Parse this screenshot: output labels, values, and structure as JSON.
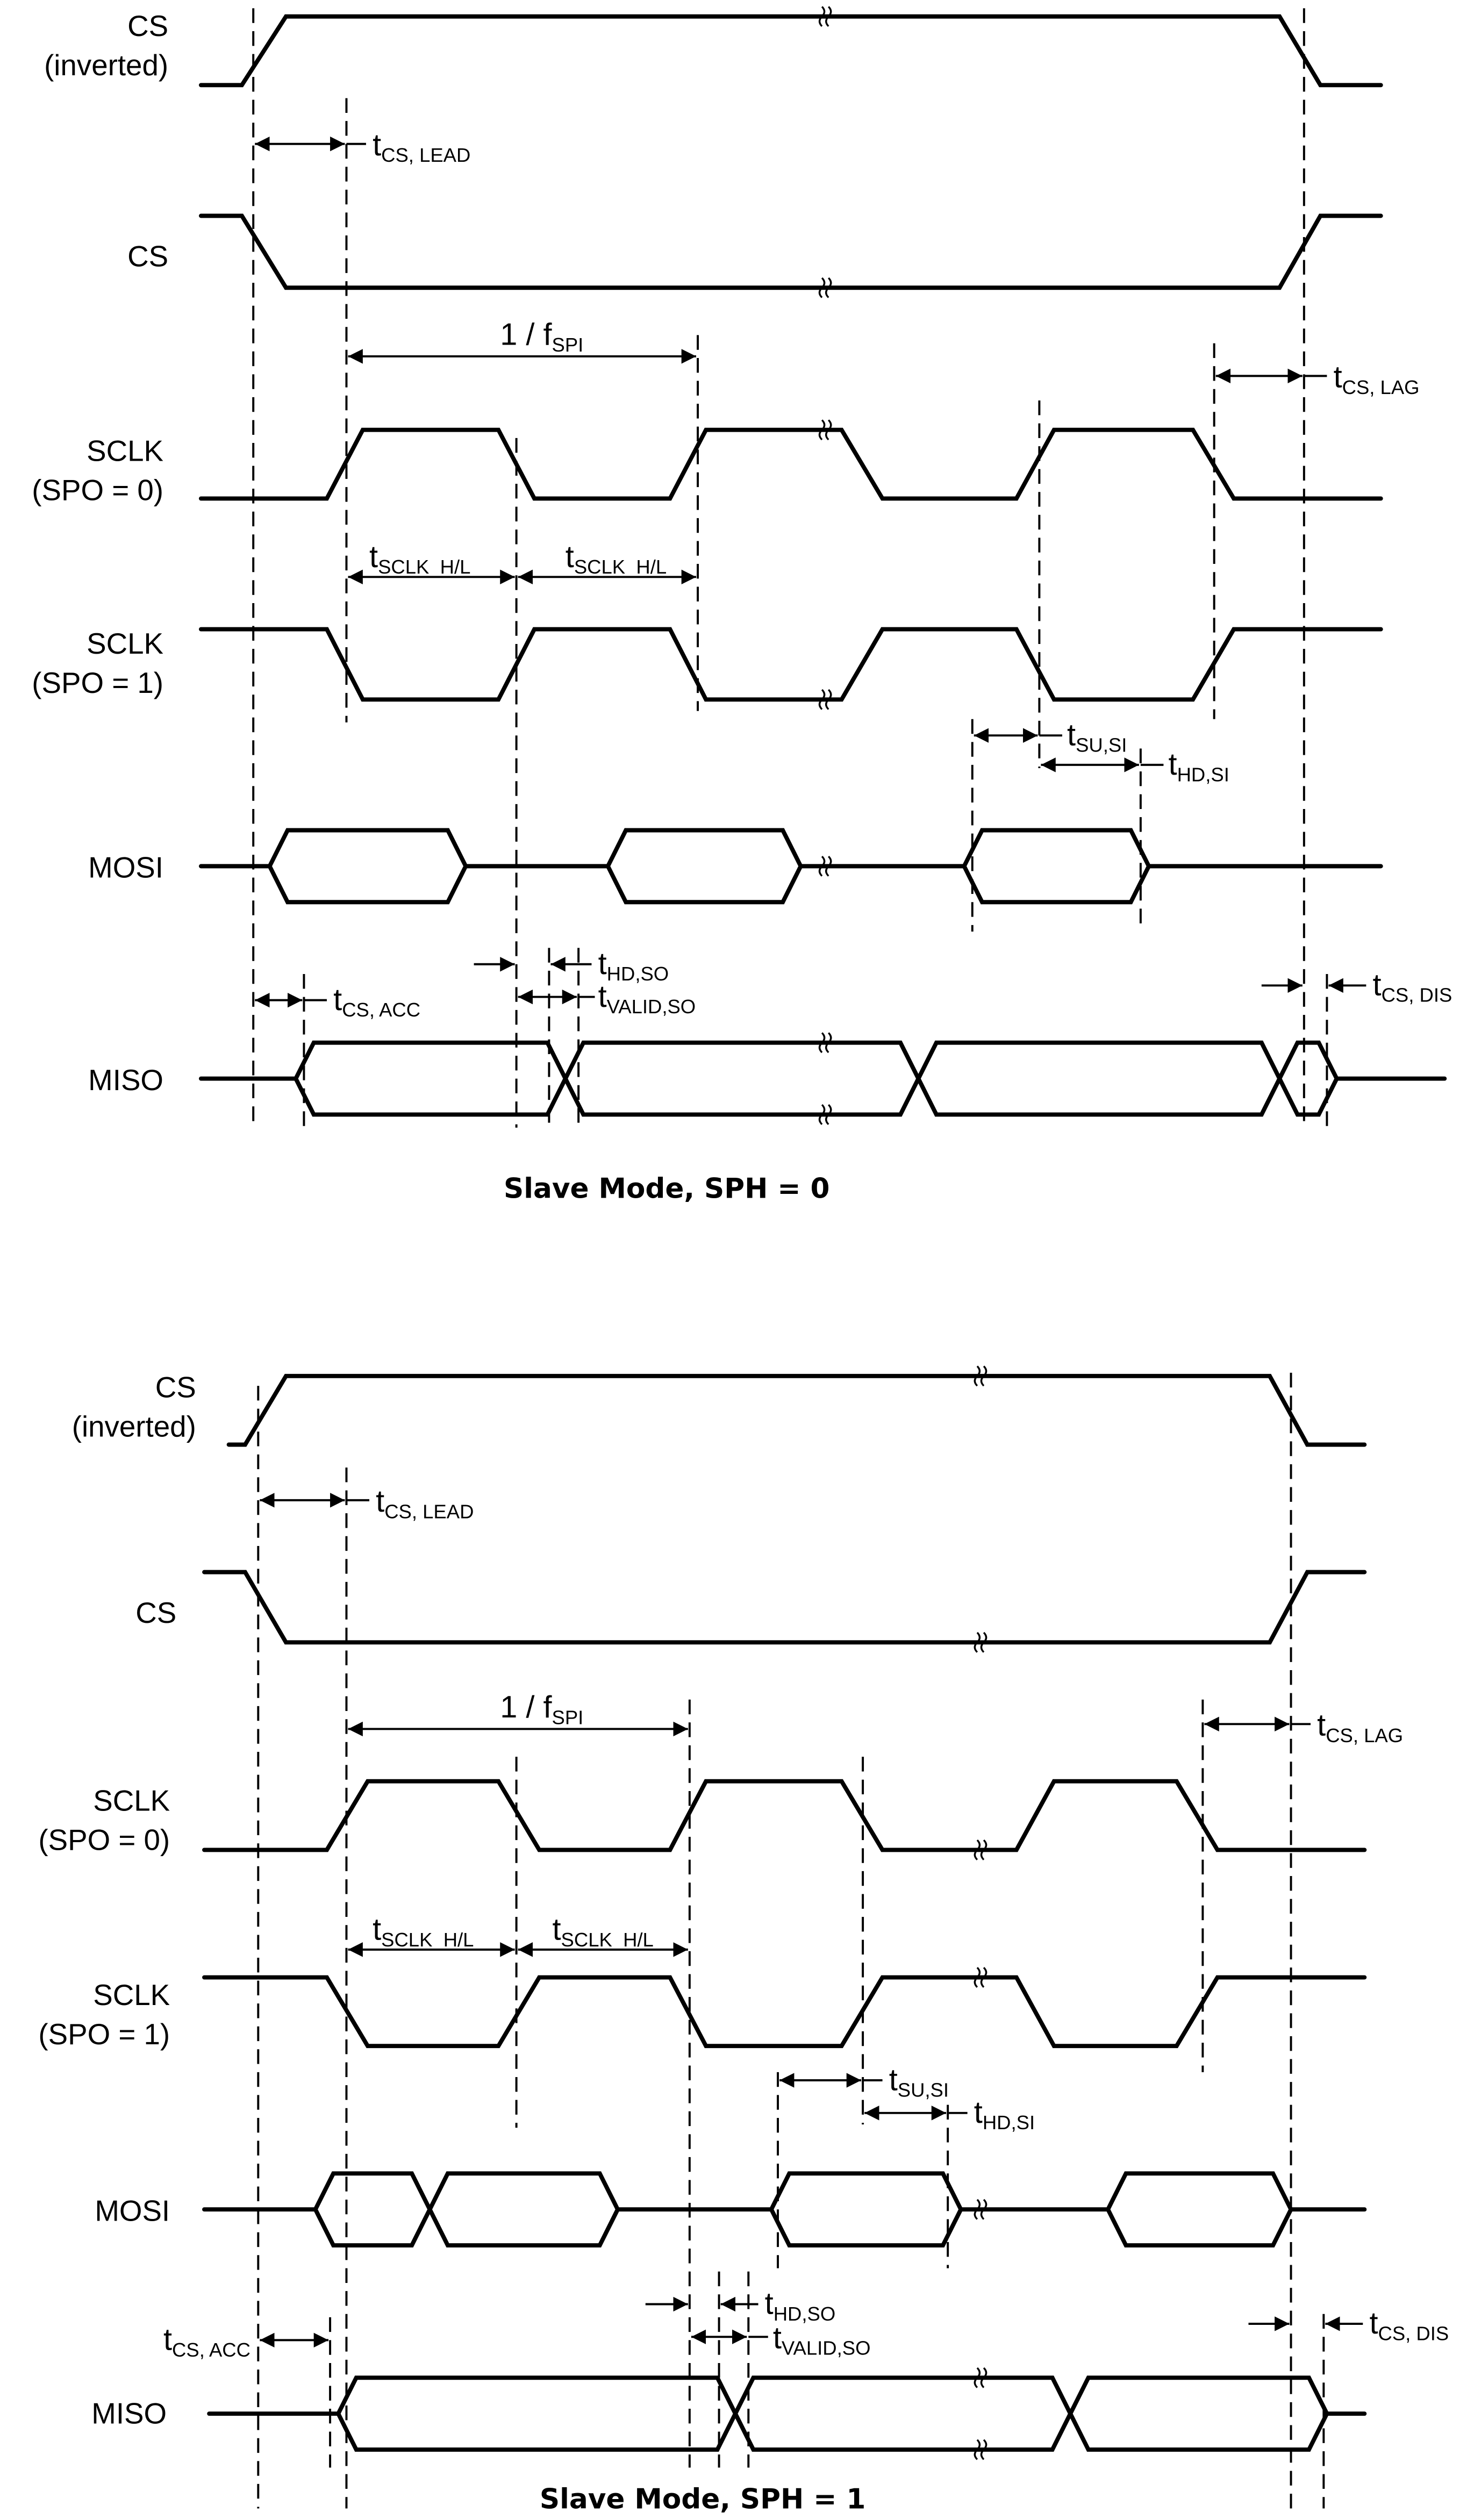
{
  "diagrams": [
    {
      "caption": "Slave Mode, SPH = 0",
      "signals": {
        "cs_inv": [
          "CS",
          "(inverted)"
        ],
        "cs": "CS",
        "sclk0": [
          "SCLK",
          "(SPO = 0)"
        ],
        "sclk1": [
          "SCLK",
          "(SPO = 1)"
        ],
        "mosi": "MOSI",
        "miso": "MISO"
      },
      "timings": {
        "cs_lead": {
          "t": "t",
          "sub": "CS, LEAD"
        },
        "period": {
          "t": "1 / f",
          "sub": "SPI"
        },
        "cs_lag": {
          "t": "t",
          "sub": "CS, LAG"
        },
        "sclk_hl_1": {
          "t": "t",
          "sub": "SCLK_H/L"
        },
        "sclk_hl_2": {
          "t": "t",
          "sub": "SCLK_H/L"
        },
        "su_si": {
          "t": "t",
          "sub": "SU,SI"
        },
        "hd_si": {
          "t": "t",
          "sub": "HD,SI"
        },
        "hd_so": {
          "t": "t",
          "sub": "HD,SO"
        },
        "valid_so": {
          "t": "t",
          "sub": "VALID,SO"
        },
        "cs_acc": {
          "t": "t",
          "sub": "CS, ACC"
        },
        "cs_dis": {
          "t": "t",
          "sub": "CS, DIS"
        }
      }
    },
    {
      "caption": "Slave Mode, SPH = 1",
      "signals": {
        "cs_inv": [
          "CS",
          "(inverted)"
        ],
        "cs": "CS",
        "sclk0": [
          "SCLK",
          "(SPO = 0)"
        ],
        "sclk1": [
          "SCLK",
          "(SPO = 1)"
        ],
        "mosi": "MOSI",
        "miso": "MISO"
      },
      "timings": {
        "cs_lead": {
          "t": "t",
          "sub": "CS, LEAD"
        },
        "period": {
          "t": "1 / f",
          "sub": "SPI"
        },
        "cs_lag": {
          "t": "t",
          "sub": "CS, LAG"
        },
        "sclk_hl_1": {
          "t": "t",
          "sub": "SCLK_H/L"
        },
        "sclk_hl_2": {
          "t": "t",
          "sub": "SCLK_H/L"
        },
        "su_si": {
          "t": "t",
          "sub": "SU,SI"
        },
        "hd_si": {
          "t": "t",
          "sub": "HD,SI"
        },
        "hd_so": {
          "t": "t",
          "sub": "HD,SO"
        },
        "valid_so": {
          "t": "t",
          "sub": "VALID,SO"
        },
        "cs_acc": {
          "t": "t",
          "sub": "CS, ACC"
        },
        "cs_dis": {
          "t": "t",
          "sub": "CS, DIS"
        }
      }
    }
  ]
}
